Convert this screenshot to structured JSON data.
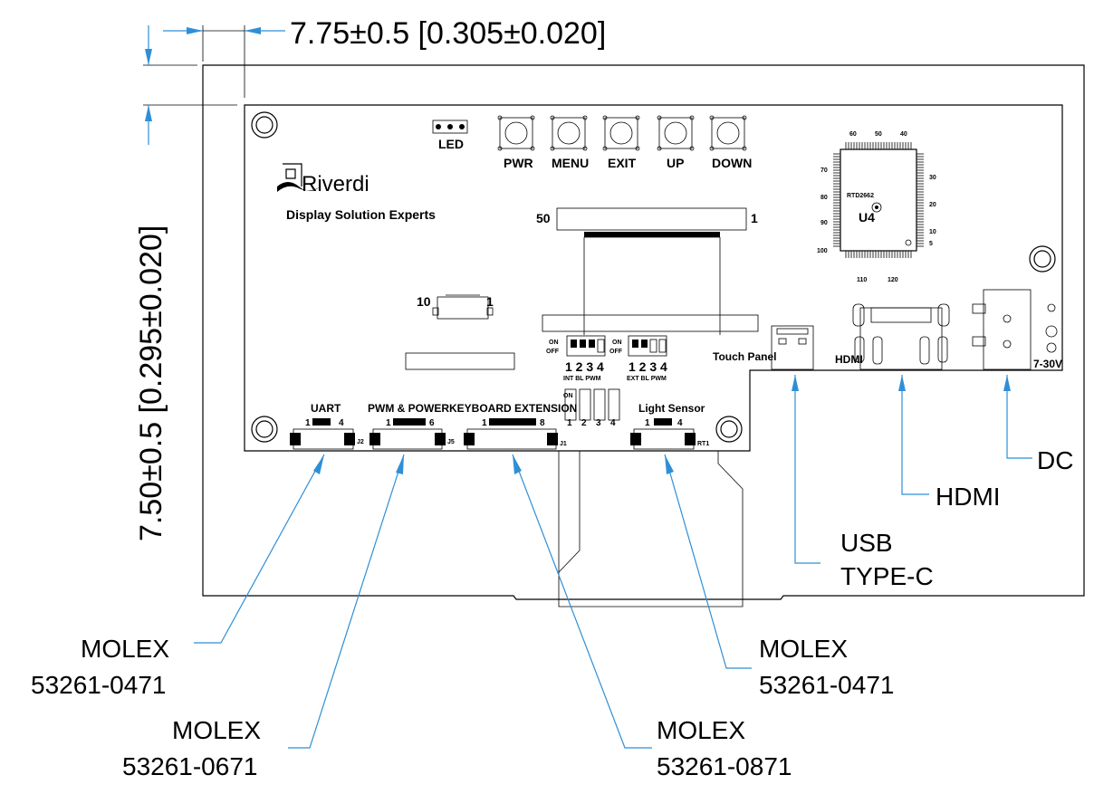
{
  "dimensions": {
    "top": "7.75±0.5 [0.305±0.020]",
    "left": "7.50±0.5 [0.295±0.020]"
  },
  "board": {
    "logo": "Riverdi",
    "tagline": "Display Solution Experts",
    "led_label": "LED",
    "buttons": [
      "PWR",
      "MENU",
      "EXIT",
      "UP",
      "DOWN"
    ],
    "fpc_pin_left": "50",
    "fpc_pin_right": "1",
    "small_conn_left": "10",
    "small_conn_right": "1",
    "chip_name": "RTD2662",
    "chip_ref": "U4",
    "chip_pins_top": [
      "60",
      "50",
      "40"
    ],
    "chip_pins_left": [
      "70",
      "80",
      "90",
      "100"
    ],
    "chip_pins_right": [
      "30",
      "20",
      "10",
      "5"
    ],
    "chip_pins_bottom": [
      "110",
      "120"
    ],
    "dip1_on": "ON",
    "dip1_off": "OFF",
    "dip1_numbers": "1 2 3 4",
    "dip1_labels": "INT BL PWM",
    "dip2_on": "ON",
    "dip2_off": "OFF",
    "dip2_numbers": "1 2 3 4",
    "dip2_labels": "EXT BL PWM",
    "dip3_on": "ON",
    "dip3_numbers": [
      "1",
      "2",
      "3",
      "4"
    ],
    "touch_panel": "Touch Panel",
    "hdmi_small": "HDMI",
    "voltage": "7-30V",
    "connectors": [
      {
        "title": "UART",
        "pin_start": "1",
        "pin_end": "4",
        "ref": "J2"
      },
      {
        "title": "PWM & POWER",
        "pin_start": "1",
        "pin_end": "6",
        "ref": "J5"
      },
      {
        "title": "KEYBOARD EXTENSION",
        "pin_start": "1",
        "pin_end": "8",
        "ref": "J1"
      },
      {
        "title": "Light Sensor",
        "pin_start": "1",
        "pin_end": "4",
        "ref": "RT1"
      }
    ]
  },
  "callouts": {
    "dc": "DC",
    "hdmi": "HDMI",
    "usb_line1": "USB",
    "usb_line2": "TYPE-C",
    "molex_uart_1": "MOLEX",
    "molex_uart_2": "53261-0471",
    "molex_pwm_1": "MOLEX",
    "molex_pwm_2": "53261-0671",
    "molex_kbd_1": "MOLEX",
    "molex_kbd_2": "53261-0871",
    "molex_light_1": "MOLEX",
    "molex_light_2": "53261-0471"
  },
  "colors": {
    "leader": "#2f8fd6",
    "line": "#000000"
  }
}
